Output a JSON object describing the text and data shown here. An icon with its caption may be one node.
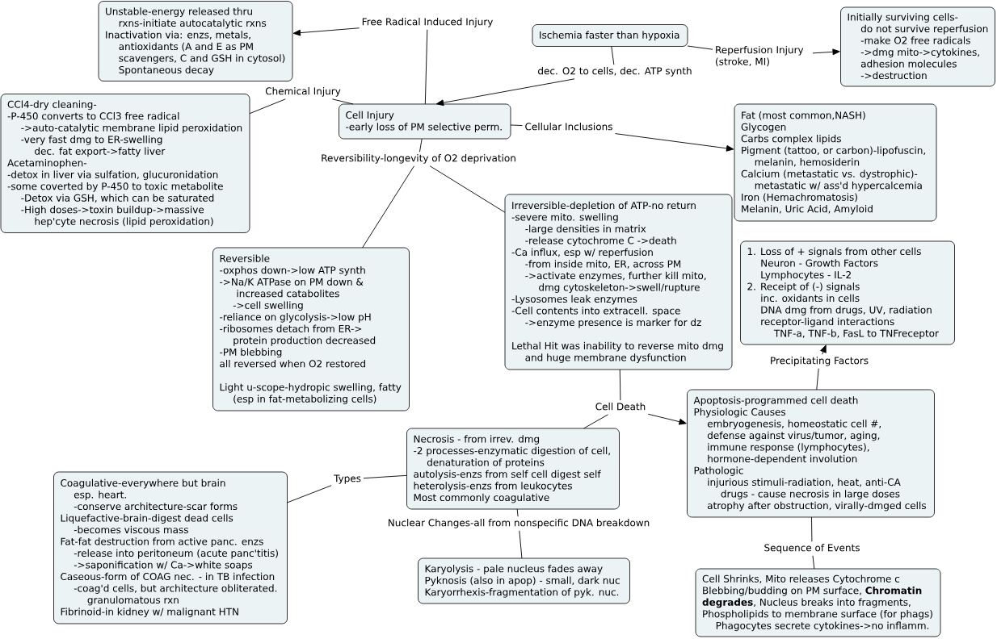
{
  "diagram": {
    "nodes": [
      {
        "text": [
          "Unstable-energy released thru",
          "rxns-initiate autocatalytic rxns",
          "Inactivation via: enzs, metals,",
          "antioxidants (A and E as PM",
          "scavengers, C and GSH in cytosol)",
          "Spontaneous decay"
        ]
      },
      {
        "text": [
          "Free Radical Induced Injury"
        ]
      },
      {
        "text": [
          "Ischemia faster than hypoxia"
        ]
      },
      {
        "text": [
          "Initially surviving cells-",
          "do not survive reperfusion",
          "-make O2 free radicals",
          "->dmg mito->cytokines,",
          "adhesion molecules",
          "->destruction"
        ]
      },
      {
        "text": [
          "Reperfusion Injury (stroke, MI)"
        ]
      },
      {
        "text": [
          "dec. O2 to cells, dec. ATP synth"
        ]
      },
      {
        "text": [
          "Chemical Injury"
        ]
      },
      {
        "text": [
          "CCl4-dry cleaning-",
          "-P-450 converts to CCl3 free radical",
          "->auto-catalytic membrane lipid peroxidation",
          "-very fast dmg to ER-swelling",
          "dec. fat export->fatty liver",
          "Acetaminophen-",
          "-detox in liver via sulfation, glucuronidation",
          "-some coverted by P-450 to toxic metabolite",
          "-Detox via GSH, which can be saturated",
          "-High doses->toxin buildup->massive",
          "hep'cyte necrosis (lipid peroxidation)"
        ]
      },
      {
        "text": [
          "Cell Injury",
          "-early loss of PM selective perm."
        ]
      },
      {
        "text": [
          "Cellular Inclusions"
        ]
      },
      {
        "text": [
          "Fat (most common,NASH)",
          "Glycogen",
          "Carbs complex lipids",
          "Pigment (tattoo, or carbon)-lipofuscin,",
          "melanin, hemosiderin",
          "Calcium (metastatic vs. dystrophic)-",
          "metastatic w/ ass'd hypercalcemia",
          "Iron (Hemachromatosis)",
          "Melanin, Uric Acid, Amyloid"
        ]
      },
      {
        "text": [
          "Reversibility-longevity of O2 deprivation"
        ]
      },
      {
        "text": [
          "Irreversible-depletion of ATP-no return",
          "-severe mito. swelling",
          "-large densities in matrix",
          "-release cytochrome C ->death",
          "-Ca influx, esp w/ reperfusion",
          "-from inside mito, ER, across PM",
          "->activate enzymes, further kill mito,",
          "dmg cytoskeleton->swell/rupture",
          "-Lysosomes leak enzymes",
          "-Cell contents into extracell. space",
          "->enzyme presence is marker for dz",
          "Lethal Hit was inability to reverse mito dmg",
          "and huge membrane dysfunction"
        ]
      },
      {
        "text": [
          "1. Loss of + signals from other cells",
          "Neuron - Growth Factors",
          "Lymphocytes - IL-2",
          "2. Receipt of (-) signals",
          "inc. oxidants in cells",
          "DNA dmg from drugs, UV, radiation",
          "receptor-ligand interactions",
          "TNF-a, TNF-b, FasL to TNFreceptor"
        ]
      },
      {
        "text": [
          "Reversible",
          "-oxphos down->low ATP synth",
          "->Na/K ATPase on PM down &",
          "increased catabolites",
          "->cell swelling",
          "-reliance on glycolysis->low pH",
          "-ribosomes detach from ER->",
          "protein production decreased",
          "-PM blebbing",
          "all reversed when O2 restored",
          "Light u-scope-hydropic swelling, fatty",
          "(esp in fat-metabolizing cells)"
        ]
      },
      {
        "text": [
          "Precipitating Factors"
        ]
      },
      {
        "text": [
          "Apoptosis-programmed cell death",
          "Physiologic Causes",
          "embryogenesis, homeostatic cell #,",
          "defense against virus/tumor, aging,",
          "immune response (lymphocytes),",
          "hormone-dependent involution",
          "Pathologic",
          "injurious stimuli-radiation, heat, anti-CA",
          "drugs - cause necrosis in large doses",
          "atrophy after obstruction, virally-dmged cells"
        ]
      },
      {
        "text": [
          "Cell Death"
        ]
      },
      {
        "text": [
          "Necrosis - from irrev. dmg",
          "-2 processes-enzymatic digestion of cell,",
          "denaturation of proteins",
          "autolysis-enzs from self cell digest self",
          "heterolysis-enzs from leukocytes",
          "Most commonly coagulative"
        ]
      },
      {
        "text": [
          "Coagulative-everywhere but brain",
          "esp. heart.",
          "-conserve architecture-scar forms",
          "Liquefactive-brain-digest dead cells",
          "-becomes viscous mass",
          "Fat-fat destruction from active panc. enzs",
          "-release into peritoneum (acute panc'titis)",
          "->saponification w/ Ca->white soaps",
          "Caseous-form of COAG nec. - in TB infection",
          "-coag'd cells, but architecture obliterated.",
          "granulomatous rxn",
          "Fibrinoid-in kidney w/ malignant HTN"
        ]
      },
      {
        "text": [
          "Types"
        ]
      },
      {
        "text": [
          "Nuclear Changes-all from nonspecific DNA breakdown"
        ]
      },
      {
        "text": [
          "Sequence of Events"
        ]
      },
      {
        "text": [
          "Karyolysis - pale nucleus fades away",
          "Pyknosis (also in apop) - small, dark nuc",
          "Karyorrhexis-fragmentation of pyk. nuc."
        ]
      },
      {
        "text": [
          "Cell Shrinks, Mito releases Cytochrome c",
          "Blebbing/budding on PM surface, **Chromatin**",
          "**degrades**, Nucleus breaks into fragments,",
          "Phospholipids to membrane surface (for phags)",
          "Phagocytes secrete cytokines->no inflamm."
        ]
      }
    ],
    "edges": [
      {
        "from": 8,
        "to": 1,
        "arrow": "none"
      },
      {
        "from": 1,
        "to": 0,
        "arrow": "to"
      },
      {
        "from": 8,
        "to": 6,
        "arrow": "none"
      },
      {
        "from": 6,
        "to": 7,
        "arrow": "none"
      },
      {
        "from": 2,
        "to": 5,
        "arrow": "none"
      },
      {
        "from": 5,
        "to": 8,
        "arrow": "to"
      },
      {
        "from": 2,
        "to": 4,
        "arrow": "none"
      },
      {
        "from": 4,
        "to": 3,
        "arrow": "to"
      },
      {
        "from": 8,
        "to": 9,
        "arrow": "none"
      },
      {
        "from": 9,
        "to": 10,
        "arrow": "to"
      },
      {
        "from": 8,
        "to": 11,
        "arrow": "none"
      },
      {
        "from": 11,
        "to": 14,
        "arrow": "none"
      },
      {
        "from": 11,
        "to": 12,
        "arrow": "none"
      },
      {
        "from": 12,
        "to": 17,
        "arrow": "none"
      },
      {
        "from": 17,
        "to": 18,
        "arrow": "none"
      },
      {
        "from": 17,
        "to": 16,
        "arrow": "to"
      },
      {
        "from": 16,
        "to": 15,
        "arrow": "none"
      },
      {
        "from": 15,
        "to": 13,
        "arrow": "to"
      },
      {
        "from": 16,
        "to": 22,
        "arrow": "none"
      },
      {
        "from": 22,
        "to": 24,
        "arrow": "none"
      },
      {
        "from": 18,
        "to": 20,
        "arrow": "none"
      },
      {
        "from": 20,
        "to": 19,
        "arrow": "none"
      },
      {
        "from": 18,
        "to": 21,
        "arrow": "none"
      },
      {
        "from": 21,
        "to": 23,
        "arrow": "none"
      }
    ]
  }
}
